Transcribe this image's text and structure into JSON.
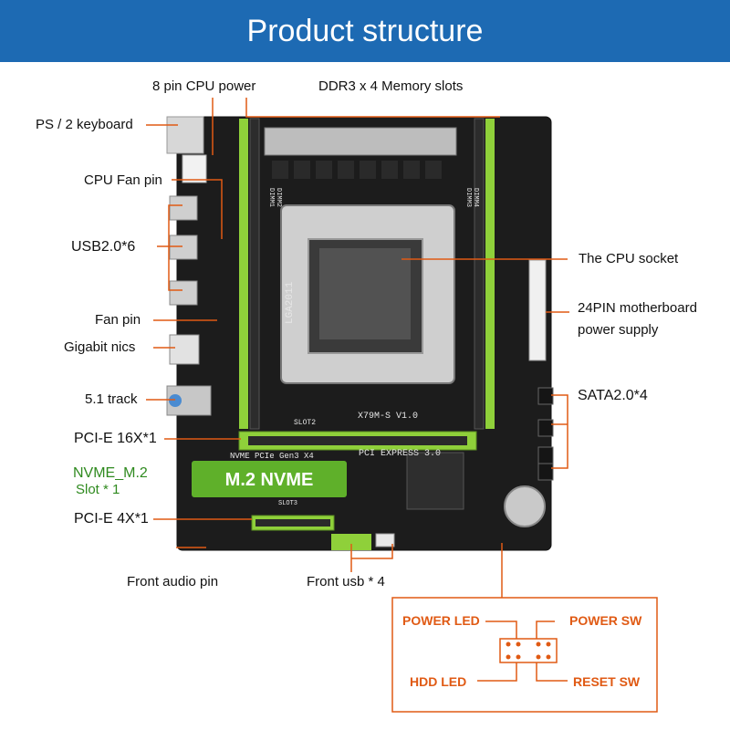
{
  "banner": {
    "title": "Product structure"
  },
  "colors": {
    "banner": "#1d6ab3",
    "callout_line": "#e05a14",
    "board": "#1c1c1c",
    "slot_green": "#8fd03a",
    "nvme_green": "#5fb02a"
  },
  "callouts": {
    "cpu_power": "8 pin CPU power",
    "memory_slots": "DDR3 x 4 Memory slots",
    "ps2": "PS / 2 keyboard",
    "cpu_fan": "CPU Fan pin",
    "usb20": "USB2.0*6",
    "cpu_socket": "The CPU socket",
    "power_24pin_line1": "24PIN motherboard",
    "power_24pin_line2": "power supply",
    "fan_pin": "Fan pin",
    "gigabit": "Gigabit nics",
    "audio_track": "5.1 track",
    "sata": "SATA2.0*4",
    "pcie16": "PCI-E 16X*1",
    "nvme_line1": "NVME_M.2",
    "nvme_line2": "Slot * 1",
    "pcie4": "PCI-E 4X*1",
    "front_audio": "Front audio pin",
    "front_usb": "Front usb * 4"
  },
  "board": {
    "socket": "LGA2011",
    "model": "X79M-S V1.0",
    "slot2": "SLOT2",
    "slot3": "SLOT3",
    "nvme_title": "NVME PCIe Gen3 X4",
    "pci_express": "PCI EXPRESS 3.0",
    "m2_card": "M.2 NVME",
    "dimm_a": "DIMM1",
    "dimm_b": "DIMM2",
    "dimm_c": "DIMM3",
    "dimm_d": "DIMM4"
  },
  "front_panel": {
    "power_led": "POWER LED",
    "power_sw": "POWER SW",
    "hdd_led": "HDD LED",
    "reset_sw": "RESET SW"
  }
}
